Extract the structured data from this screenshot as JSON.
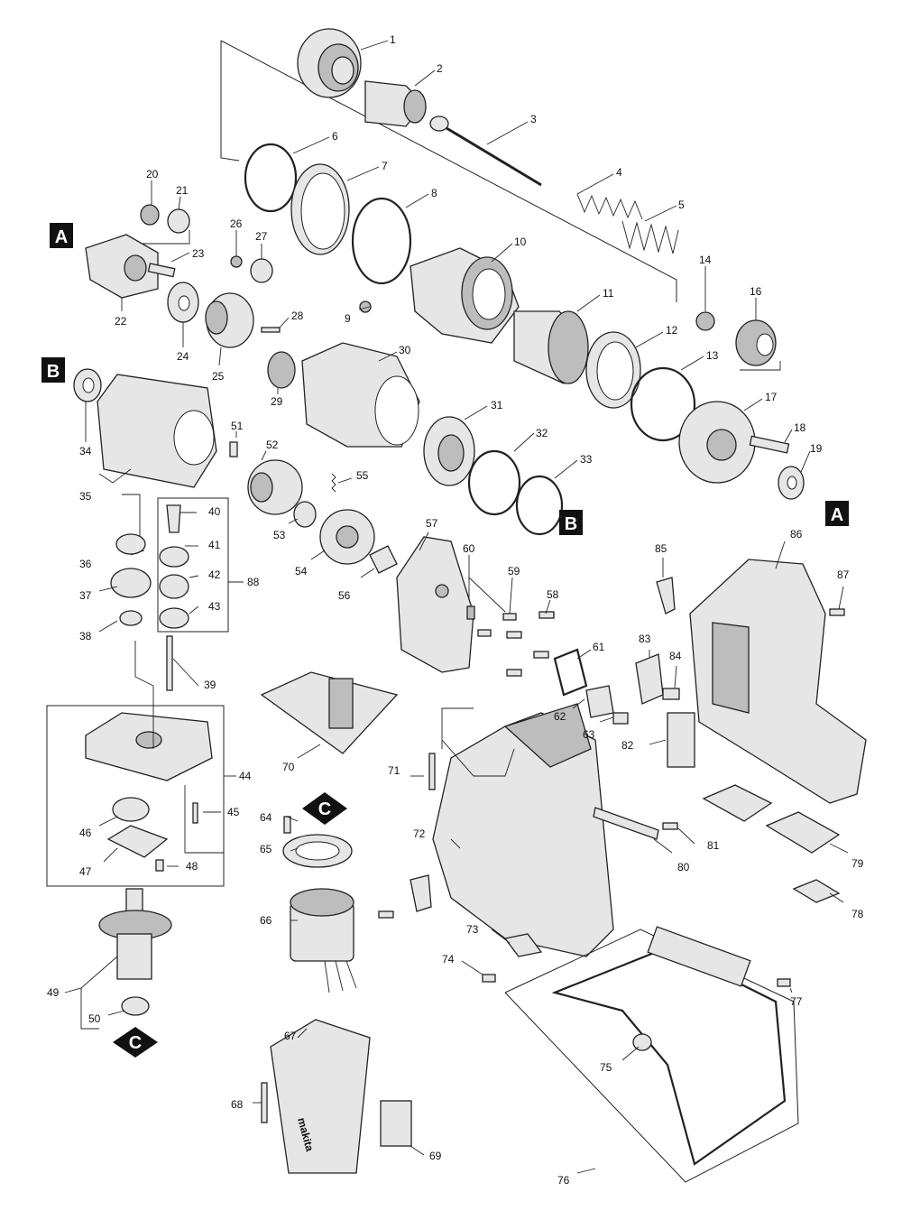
{
  "callouts": [
    {
      "id": "c1",
      "text": "1"
    },
    {
      "id": "c2",
      "text": "2"
    },
    {
      "id": "c3",
      "text": "3"
    },
    {
      "id": "c4",
      "text": "4"
    },
    {
      "id": "c5",
      "text": "5"
    },
    {
      "id": "c6",
      "text": "6"
    },
    {
      "id": "c7",
      "text": "7"
    },
    {
      "id": "c8",
      "text": "8"
    },
    {
      "id": "c9",
      "text": "9"
    },
    {
      "id": "c10",
      "text": "10"
    },
    {
      "id": "c11",
      "text": "11"
    },
    {
      "id": "c12",
      "text": "12"
    },
    {
      "id": "c13",
      "text": "13"
    },
    {
      "id": "c14",
      "text": "14"
    },
    {
      "id": "c16",
      "text": "16"
    },
    {
      "id": "c17",
      "text": "17"
    },
    {
      "id": "c18",
      "text": "18"
    },
    {
      "id": "c19",
      "text": "19"
    },
    {
      "id": "c20",
      "text": "20"
    },
    {
      "id": "c21",
      "text": "21"
    },
    {
      "id": "c22",
      "text": "22"
    },
    {
      "id": "c23",
      "text": "23"
    },
    {
      "id": "c24",
      "text": "24"
    },
    {
      "id": "c25",
      "text": "25"
    },
    {
      "id": "c26",
      "text": "26"
    },
    {
      "id": "c27",
      "text": "27"
    },
    {
      "id": "c28",
      "text": "28"
    },
    {
      "id": "c29",
      "text": "29"
    },
    {
      "id": "c30",
      "text": "30"
    },
    {
      "id": "c31",
      "text": "31"
    },
    {
      "id": "c32",
      "text": "32"
    },
    {
      "id": "c33",
      "text": "33"
    },
    {
      "id": "c34",
      "text": "34"
    },
    {
      "id": "c35",
      "text": "35"
    },
    {
      "id": "c36",
      "text": "36"
    },
    {
      "id": "c37",
      "text": "37"
    },
    {
      "id": "c38",
      "text": "38"
    },
    {
      "id": "c39",
      "text": "39"
    },
    {
      "id": "c40",
      "text": "40"
    },
    {
      "id": "c41",
      "text": "41"
    },
    {
      "id": "c42",
      "text": "42"
    },
    {
      "id": "c43",
      "text": "43"
    },
    {
      "id": "c44",
      "text": "44"
    },
    {
      "id": "c45",
      "text": "45"
    },
    {
      "id": "c46",
      "text": "46"
    },
    {
      "id": "c47",
      "text": "47"
    },
    {
      "id": "c48",
      "text": "48"
    },
    {
      "id": "c49",
      "text": "49"
    },
    {
      "id": "c50",
      "text": "50"
    },
    {
      "id": "c51",
      "text": "51"
    },
    {
      "id": "c52",
      "text": "52"
    },
    {
      "id": "c53",
      "text": "53"
    },
    {
      "id": "c54",
      "text": "54"
    },
    {
      "id": "c55",
      "text": "55"
    },
    {
      "id": "c56",
      "text": "56"
    },
    {
      "id": "c57",
      "text": "57"
    },
    {
      "id": "c58",
      "text": "58"
    },
    {
      "id": "c59",
      "text": "59"
    },
    {
      "id": "c60",
      "text": "60"
    },
    {
      "id": "c61",
      "text": "61"
    },
    {
      "id": "c62",
      "text": "62"
    },
    {
      "id": "c63",
      "text": "63"
    },
    {
      "id": "c64",
      "text": "64"
    },
    {
      "id": "c65",
      "text": "65"
    },
    {
      "id": "c66",
      "text": "66"
    },
    {
      "id": "c67",
      "text": "67"
    },
    {
      "id": "c68",
      "text": "68"
    },
    {
      "id": "c69",
      "text": "69"
    },
    {
      "id": "c70",
      "text": "70"
    },
    {
      "id": "c71",
      "text": "71"
    },
    {
      "id": "c72",
      "text": "72"
    },
    {
      "id": "c73",
      "text": "73"
    },
    {
      "id": "c74",
      "text": "74"
    },
    {
      "id": "c75",
      "text": "75"
    },
    {
      "id": "c76",
      "text": "76"
    },
    {
      "id": "c77",
      "text": "77"
    },
    {
      "id": "c78",
      "text": "78"
    },
    {
      "id": "c79",
      "text": "79"
    },
    {
      "id": "c80",
      "text": "80"
    },
    {
      "id": "c81",
      "text": "81"
    },
    {
      "id": "c82",
      "text": "82"
    },
    {
      "id": "c83",
      "text": "83"
    },
    {
      "id": "c84",
      "text": "84"
    },
    {
      "id": "c85",
      "text": "85"
    },
    {
      "id": "c86",
      "text": "86"
    },
    {
      "id": "c87",
      "text": "87"
    },
    {
      "id": "c88",
      "text": "88"
    }
  ],
  "reference_markers": {
    "a": "A",
    "b": "B",
    "c": "C"
  },
  "housing_logo": "makita",
  "colors": {
    "line": "#222222",
    "part_fill": "#e6e6e6",
    "part_shade": "#bdbdbd",
    "marker_fill": "#111111"
  }
}
